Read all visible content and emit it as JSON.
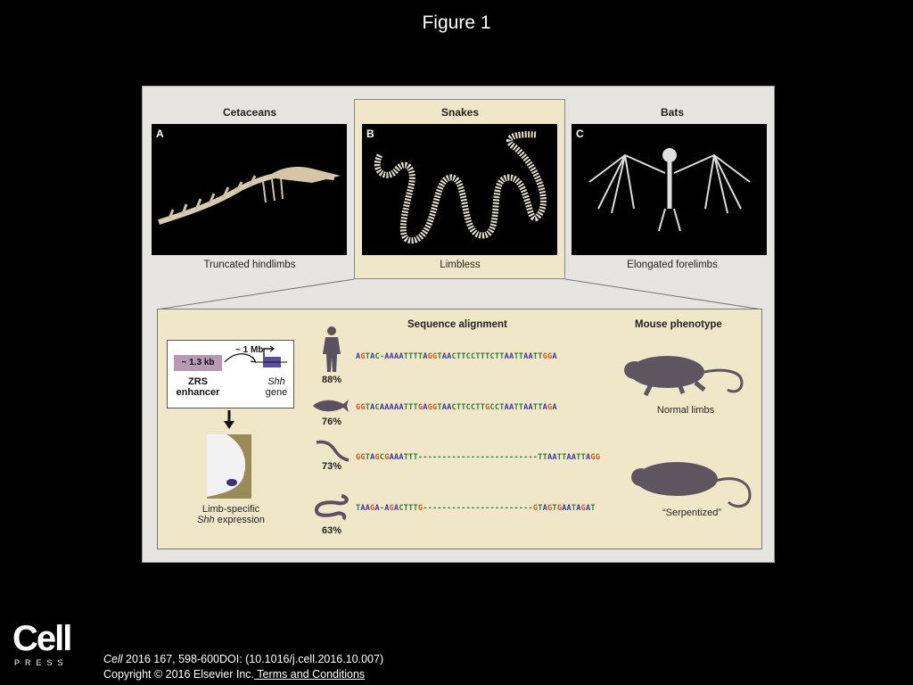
{
  "slide_title": "Figure 1",
  "panels": [
    {
      "letter": "A",
      "title": "Cetaceans",
      "caption": "Truncated hindlimbs"
    },
    {
      "letter": "B",
      "title": "Snakes",
      "caption": "Limbless"
    },
    {
      "letter": "C",
      "title": "Bats",
      "caption": "Elongated forelimbs"
    }
  ],
  "diagram": {
    "zrs_size": "~ 1.3 kb",
    "distance": "~ 1 Mb",
    "zrs_line1": "ZRS",
    "zrs_line2": "enhancer",
    "shh_line1": "Shh",
    "shh_line2": "gene",
    "expression_line1": "Limb-specific",
    "expression_italic": "Shh",
    "expression_rest": " expression"
  },
  "alignment": {
    "heading": "Sequence alignment",
    "rows": [
      {
        "percent": "88%",
        "sequence": "AGTAC-AAAATTTTAGGTAACTTCCTTTCTTAATTAATTGGA"
      },
      {
        "percent": "76%",
        "sequence": "GGTACAAAAATTTGAGGTAACTTCCTTGCCTAATTAATTAGA"
      },
      {
        "percent": "73%",
        "sequence": "GGTAGCGAAATTT-------------------------TTAATTAATTAGG"
      },
      {
        "percent": "63%",
        "sequence": "TAAGA-AGACTTTG-----------------------GTAGTGAATAGAT"
      }
    ]
  },
  "phenotype": {
    "heading": "Mouse phenotype",
    "normal": "Normal limbs",
    "serpentized": "“Serpentized”"
  },
  "footer": {
    "logo_main": "Cell",
    "logo_sub": "PRESS",
    "journal": "Cell",
    "citation": " 2016 167, 598-600DOI: (10.1016/j.cell.2016.10.007)",
    "copyright": "Copyright © 2016 Elsevier Inc.",
    "terms": " Terms and Conditions"
  },
  "colors": {
    "base_A": "#3a3a9e",
    "base_G": "#c8581c",
    "base_CT": "#2b7b3a",
    "panel_bg": "#e6e5e1",
    "highlight_bg": "#efe7c8"
  }
}
